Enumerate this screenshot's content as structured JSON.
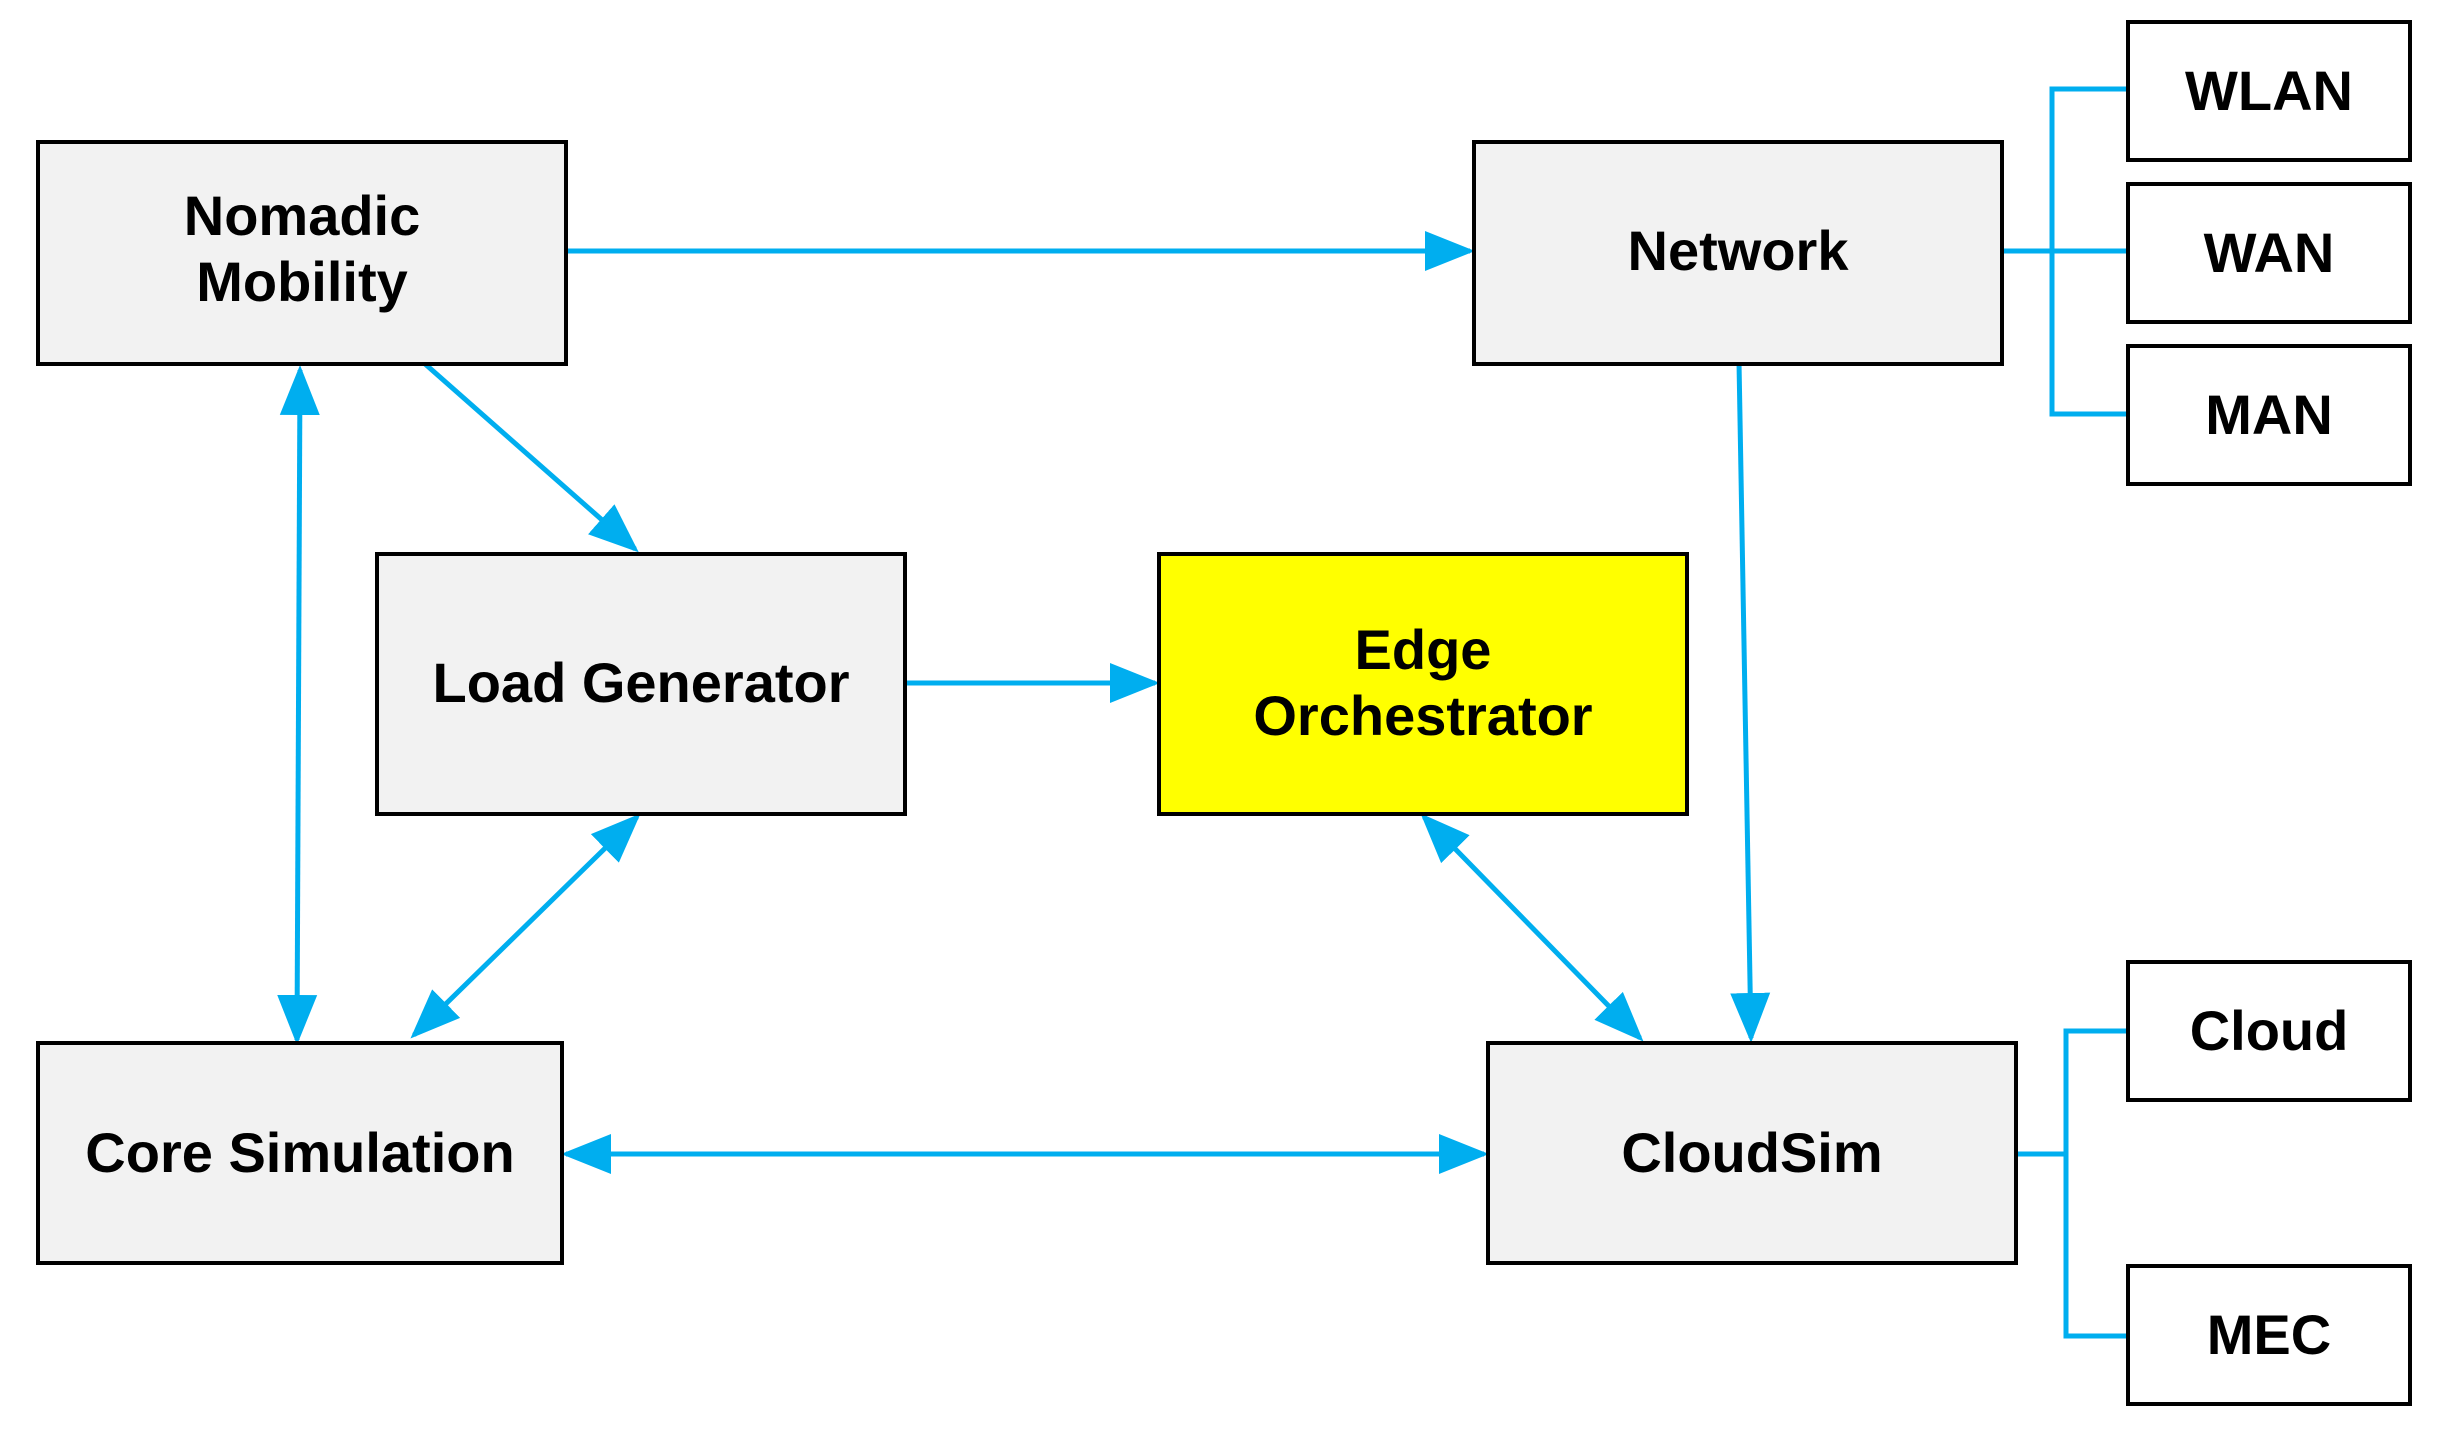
{
  "colors": {
    "connector": "#00AEEF",
    "module_fill": "#F2F2F2",
    "highlight_fill": "#FFFF00",
    "leaf_fill": "#FFFFFF",
    "border": "#000000"
  },
  "nodes": {
    "nomadic_mobility": {
      "line1": "Nomadic",
      "line2": "Mobility"
    },
    "network": {
      "label": "Network"
    },
    "load_generator": {
      "label": "Load Generator"
    },
    "edge_orchestrator": {
      "line1": "Edge",
      "line2": "Orchestrator"
    },
    "core_simulation": {
      "label": "Core Simulation"
    },
    "cloudsim": {
      "label": "CloudSim"
    }
  },
  "network_types": [
    {
      "label": "WLAN"
    },
    {
      "label": "WAN"
    },
    {
      "label": "MAN"
    }
  ],
  "cloudsim_types": [
    {
      "label": "Cloud"
    },
    {
      "label": "MEC"
    }
  ]
}
